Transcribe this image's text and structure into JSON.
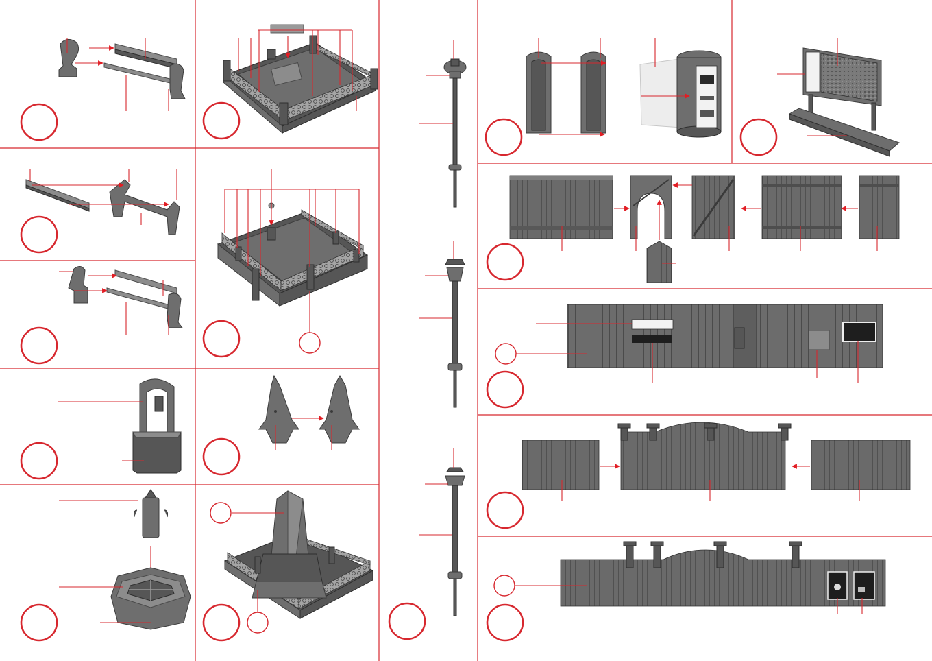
{
  "colors": {
    "accent": "#d7282f",
    "part_gray": "#6e6e6e",
    "background": "#ffffff"
  },
  "diagram": {
    "kind": "assembly-instructions",
    "panels": [
      {
        "id": "bench-a",
        "parts": [
          "bench-end",
          "bench-seat",
          "bench-back",
          "bench-end"
        ]
      },
      {
        "id": "plaza-lattice",
        "parts": [
          "base-plate",
          "lattice-fence",
          "post"
        ]
      },
      {
        "id": "lamp-1",
        "parts": [
          "lamp-head",
          "lamp-pole"
        ]
      },
      {
        "id": "advertising-column",
        "parts": [
          "column-half",
          "column-half",
          "poster-sheet"
        ]
      },
      {
        "id": "map-board",
        "parts": [
          "board",
          "stand"
        ]
      },
      {
        "id": "bench-b",
        "parts": [
          "bench-back",
          "bench-seat",
          "bench-end"
        ]
      },
      {
        "id": "plaza-fence",
        "parts": [
          "base-plate",
          "fence",
          "lamp-ball"
        ]
      },
      {
        "id": "fence-gate",
        "parts": [
          "wall",
          "door-frame",
          "door",
          "gate",
          "wall",
          "wall"
        ]
      },
      {
        "id": "bench-c",
        "parts": [
          "bench-end",
          "bench-seat",
          "bench-end"
        ]
      },
      {
        "id": "hoarding",
        "parts": [
          "board-wall",
          "sign",
          "sign",
          "sign"
        ]
      },
      {
        "id": "well",
        "parts": [
          "frame",
          "trough"
        ]
      },
      {
        "id": "gate-pillars",
        "parts": [
          "pillar-half",
          "pillar-half"
        ]
      },
      {
        "id": "lamp-2",
        "parts": [
          "lamp-head",
          "lamp-pole"
        ]
      },
      {
        "id": "saloon-fence",
        "parts": [
          "fence",
          "gate",
          "fence"
        ]
      },
      {
        "id": "fountain",
        "parts": [
          "column",
          "basin",
          "base"
        ]
      },
      {
        "id": "monument",
        "parts": [
          "obelisk",
          "base-fence"
        ]
      },
      {
        "id": "lamp-3",
        "parts": [
          "lamp-head",
          "lamp-pole"
        ]
      },
      {
        "id": "long-fence",
        "parts": [
          "fence-wall",
          "sign",
          "sign"
        ]
      }
    ],
    "icons": [
      "step-marker-circle",
      "arrow-right-icon",
      "arrow-left-icon",
      "arrow-down-icon",
      "arrow-up-icon"
    ]
  }
}
